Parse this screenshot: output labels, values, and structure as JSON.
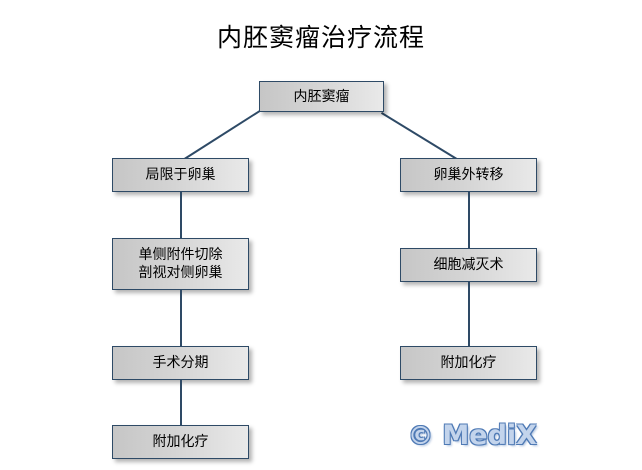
{
  "diagram": {
    "title": "内胚窦瘤治疗流程",
    "type": "flowchart",
    "root": {
      "id": "root",
      "label": "内胚窦瘤"
    },
    "branches": [
      {
        "id": "left-branch",
        "label": "局限于卵巢",
        "steps": [
          {
            "id": "left-step-1",
            "line1": "单侧附件切除",
            "line2": "剖视对侧卵巢"
          },
          {
            "id": "left-step-2",
            "line1": "手术分期",
            "line2": ""
          },
          {
            "id": "left-step-3",
            "line1": "附加化疗",
            "line2": ""
          }
        ]
      },
      {
        "id": "right-branch",
        "label": "卵巢外转移",
        "steps": [
          {
            "id": "right-step-1",
            "line1": "细胞减灭术",
            "line2": ""
          },
          {
            "id": "right-step-2",
            "line1": "附加化疗",
            "line2": ""
          }
        ]
      }
    ],
    "colors": {
      "node_border": "#2e4a66",
      "node_fill_light": "#e9e9e9",
      "node_fill_dark": "#c6c6c6",
      "connector": "#2e4a66",
      "watermark": "#c3d4ec",
      "watermark_outline": "#4f7ab5",
      "background": "#ffffff"
    }
  },
  "watermark": {
    "copyright_symbol": "©",
    "brand": "MediX"
  }
}
